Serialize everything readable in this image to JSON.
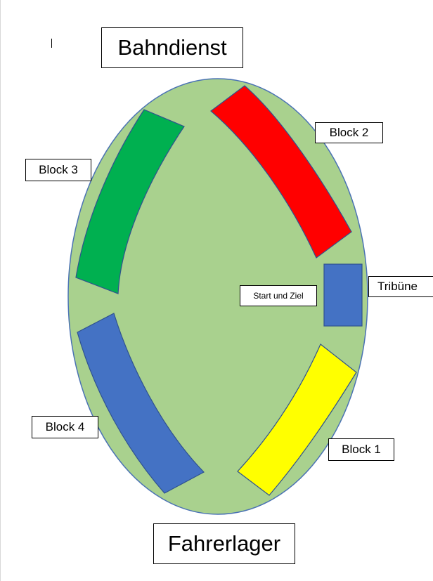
{
  "labels": {
    "top": "Bahndienst",
    "bottom": "Fahrerlager",
    "block_1": "Block 1",
    "block_2": "Block 2",
    "block_3": "Block 3",
    "block_4": "Block 4",
    "tribune": "Tribüne",
    "start_finish": "Start und Ziel"
  },
  "colors": {
    "track_fill": "#a9d18e",
    "track_stroke": "#4a72b4",
    "block_1": "#ffff00",
    "block_2": "#ff0000",
    "block_3": "#00b050",
    "block_4": "#4472c4",
    "tribune": "#4472c4"
  }
}
